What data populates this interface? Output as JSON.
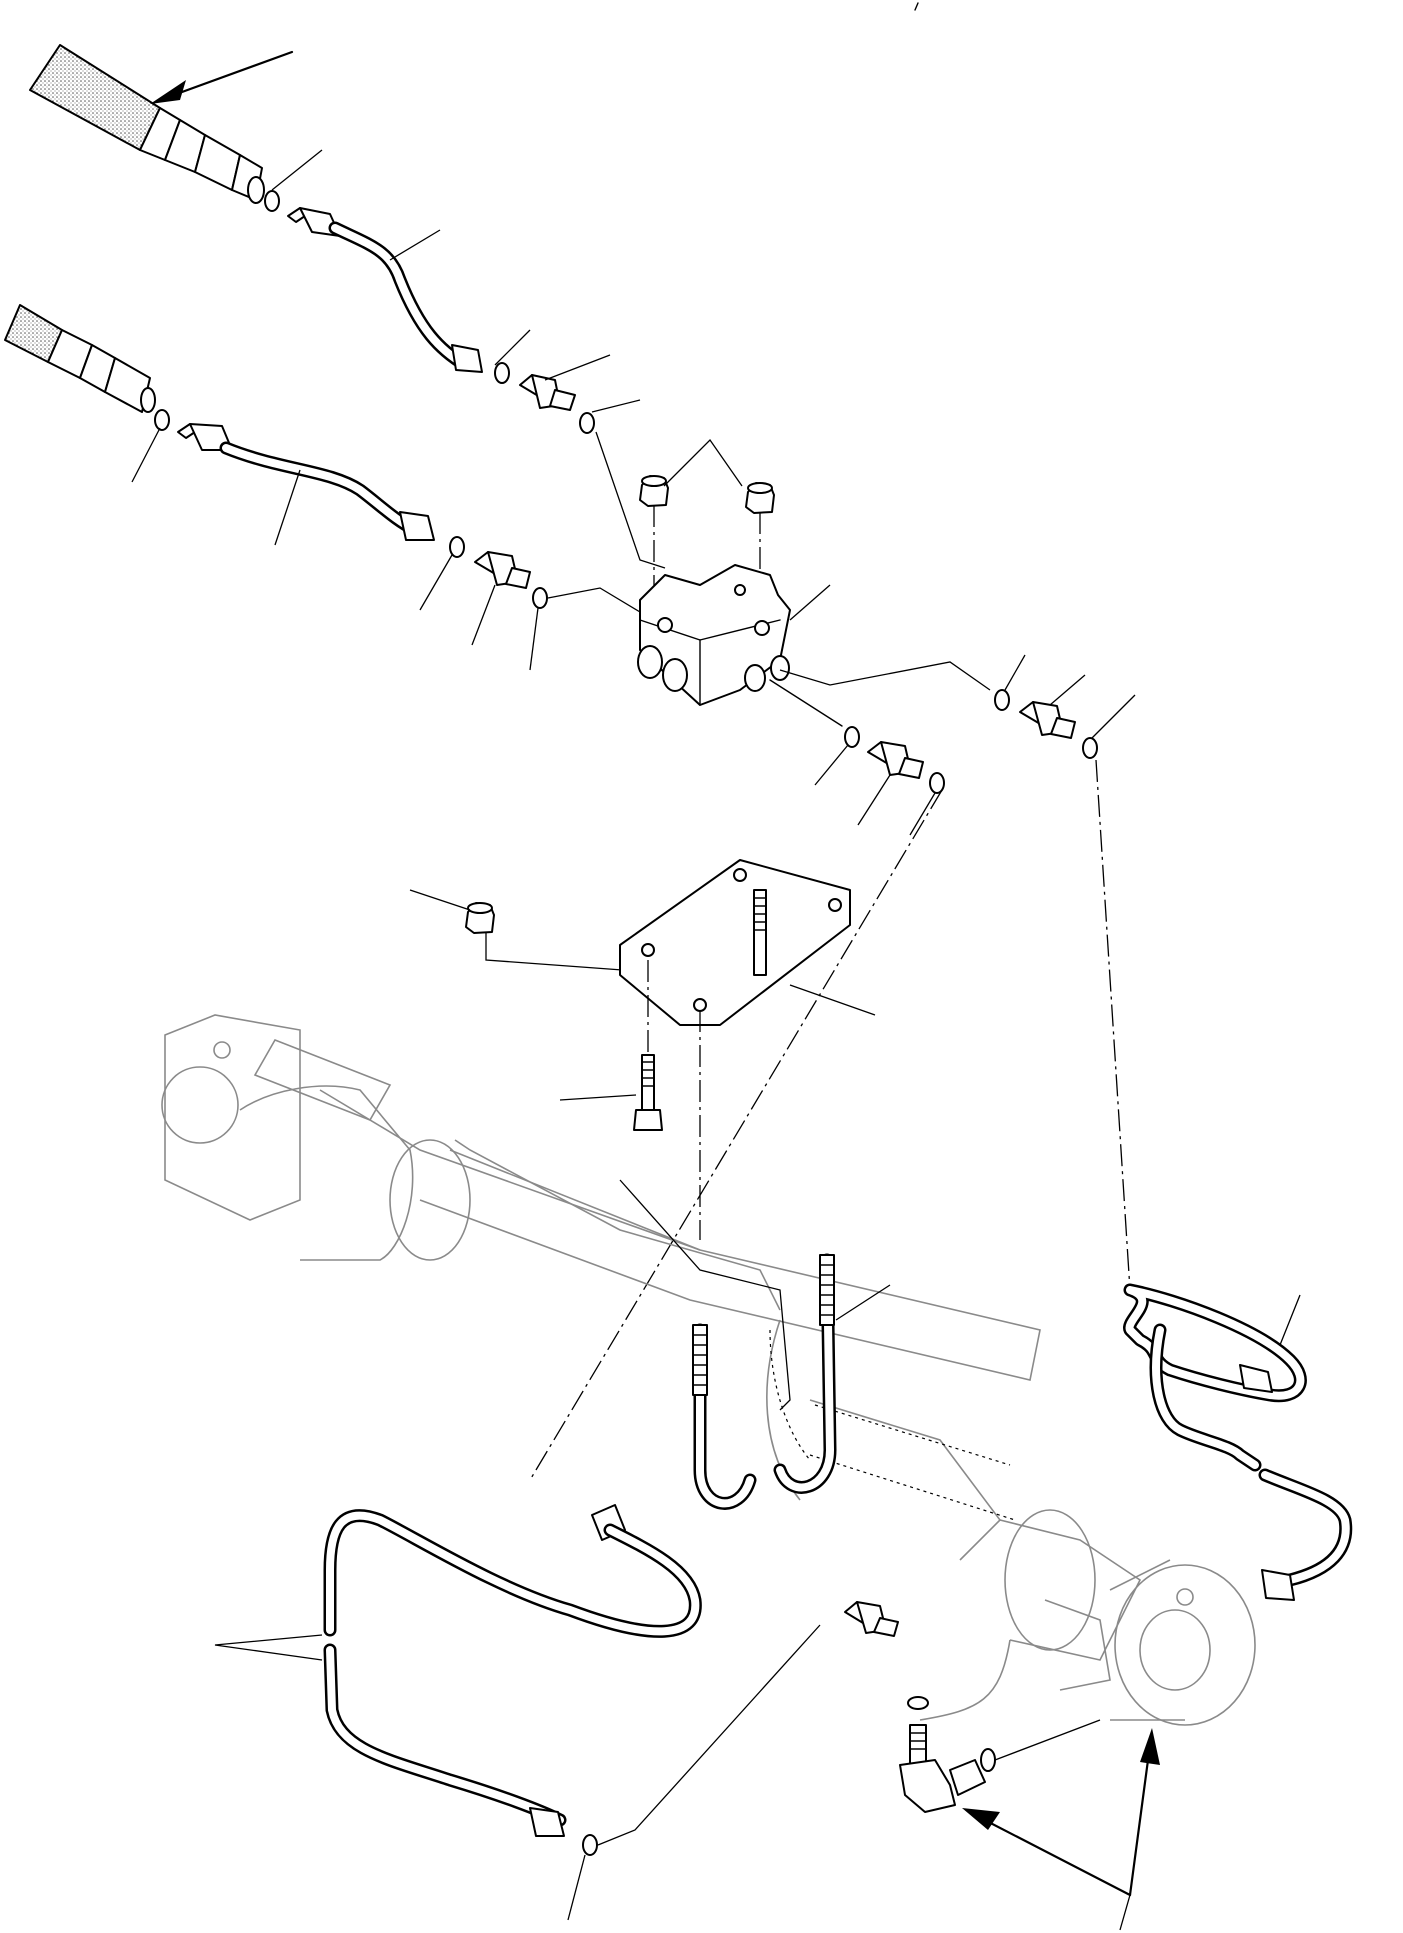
{
  "diagram": {
    "parts": [
      "hydraulic-hose-upper",
      "hydraulic-hose-lower",
      "tube-upper",
      "tube-middle",
      "tube-lower-left",
      "tube-lower-right",
      "o-ring",
      "union-fitting",
      "elbow-fitting",
      "valve-block",
      "mounting-plate",
      "nut",
      "cap-screw",
      "u-bolt",
      "hydraulic-cylinder"
    ],
    "label_text": []
  }
}
